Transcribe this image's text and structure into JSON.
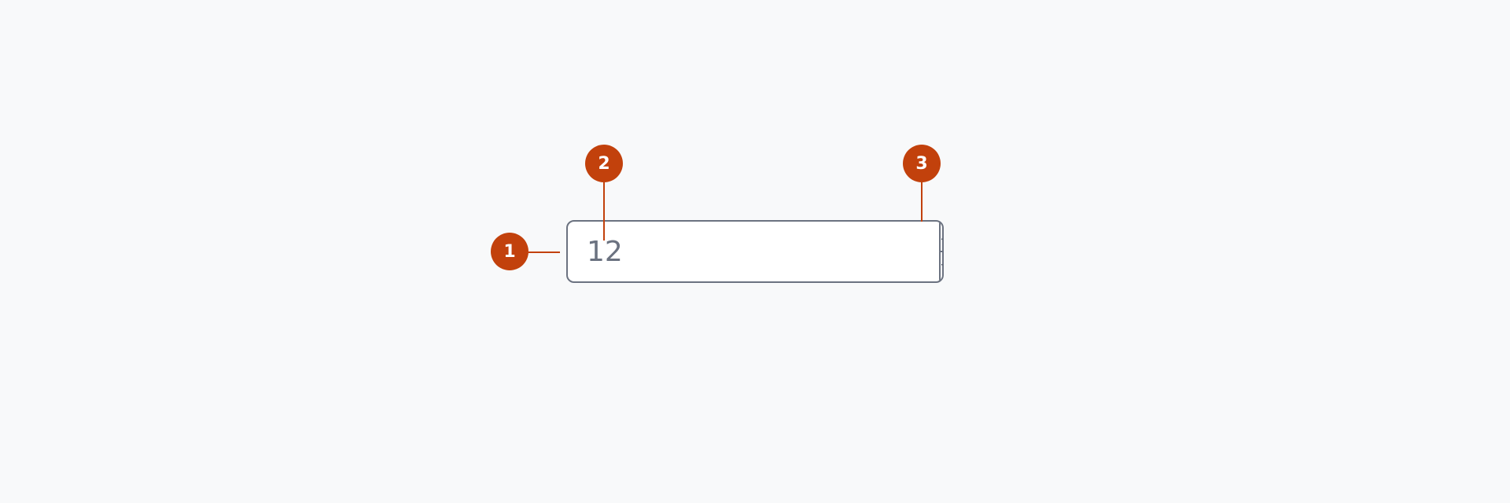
{
  "number_field": {
    "value": "12",
    "increment_icon": "caret-up-icon",
    "decrement_icon": "caret-down-icon"
  },
  "callouts": [
    {
      "label": "1",
      "target": "field-container"
    },
    {
      "label": "2",
      "target": "input-value"
    },
    {
      "label": "3",
      "target": "stepper-buttons"
    }
  ],
  "colors": {
    "accent": "#c2410c",
    "border": "#6b7280",
    "text": "#6b7280",
    "icon": "#374151",
    "background": "#f8f9fa"
  }
}
